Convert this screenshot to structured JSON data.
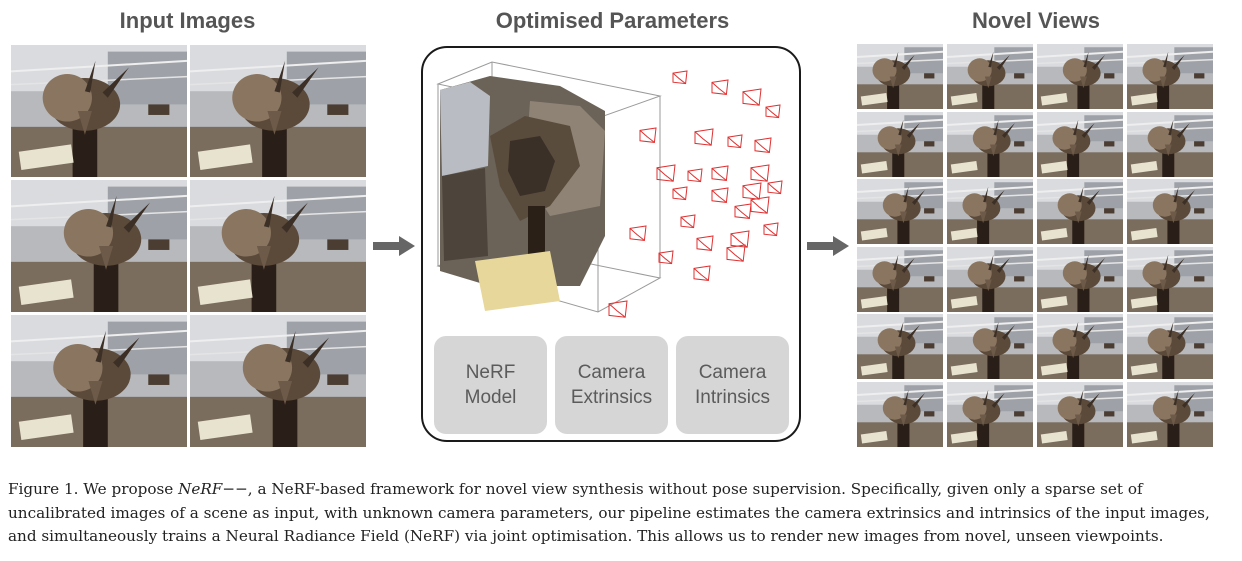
{
  "figure": {
    "sections": {
      "input_title": "Input Images",
      "params_title": "Optimised Parameters",
      "novel_title": "Novel Views"
    },
    "param_cards": [
      {
        "line1": "NeRF",
        "line2": "Model"
      },
      {
        "line1": "Camera",
        "line2": "Extrinsics"
      },
      {
        "line1": "Camera",
        "line2": "Intrinsics"
      }
    ],
    "caption": {
      "prefix": "Figure 1. We propose ",
      "method_name": "NeRF−−",
      "body": ", a NeRF-based framework for novel view synthesis without pose supervision. Specifically, given only a sparse set of uncalibrated images of a scene as input, with unknown camera parameters, our pipeline estimates the camera extrinsics and intrinsics of the input images, and simultaneously trains a Neural Radiance Field (NeRF) via joint optimisation. This allows us to render new images from novel, unseen viewpoints."
    },
    "colors": {
      "title_gray": "#555555",
      "card_fill": "#d6d6d6",
      "camera_red": "#e03030",
      "arrow_gray": "#666666"
    }
  }
}
